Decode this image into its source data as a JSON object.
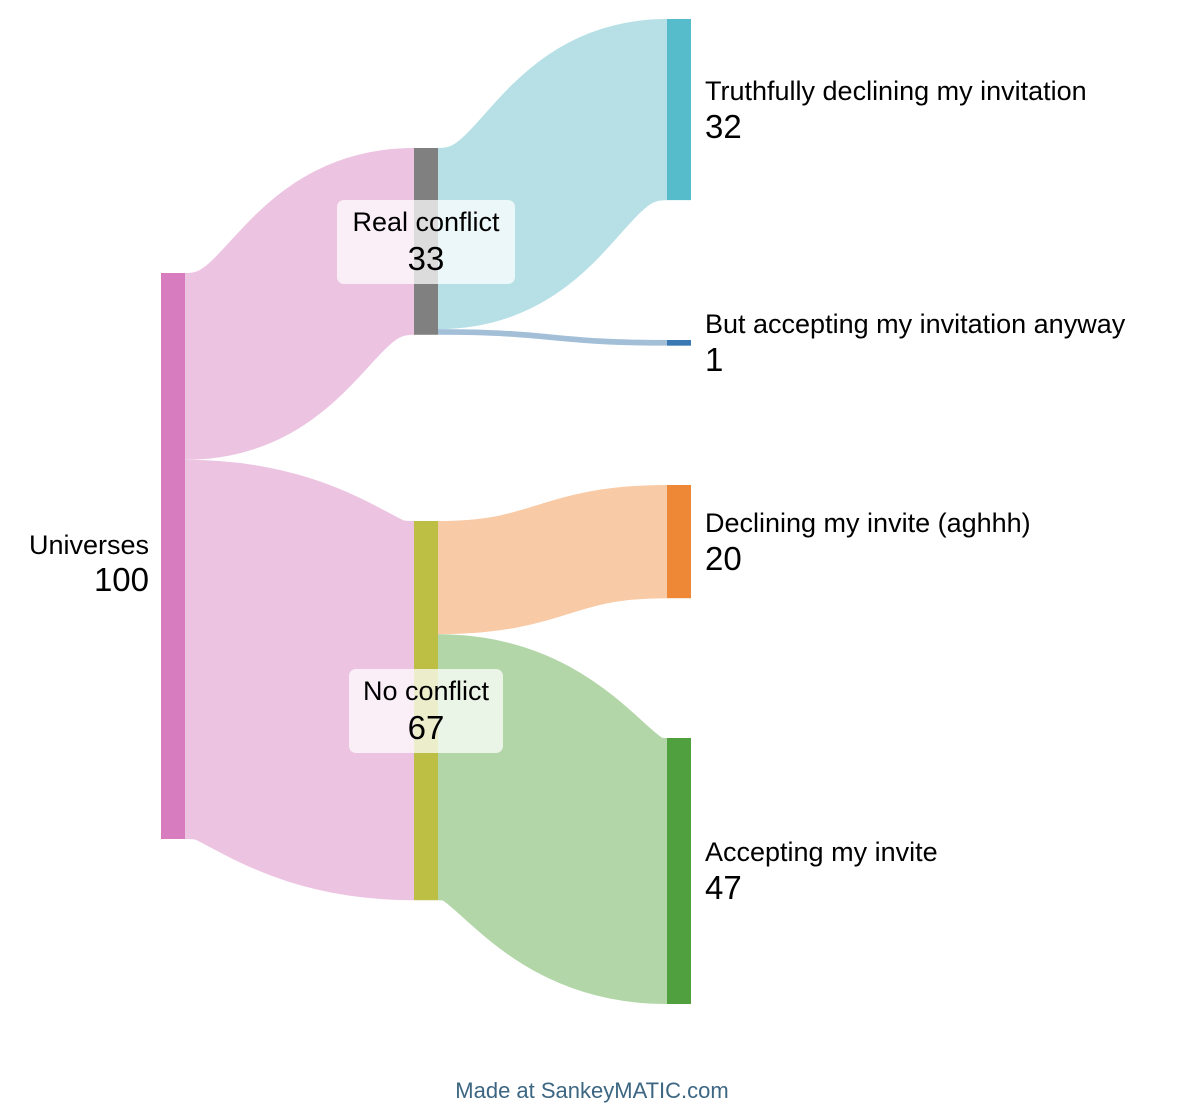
{
  "chart_data": {
    "type": "sankey",
    "nodes": [
      {
        "id": "universes",
        "label": "Universes",
        "value": 100,
        "color": "#d67cbf"
      },
      {
        "id": "real",
        "label": "Real conflict",
        "value": 33,
        "color": "#808080"
      },
      {
        "id": "noconf",
        "label": "No conflict",
        "value": 67,
        "color": "#bcbf44"
      },
      {
        "id": "truth",
        "label": "Truthfully declining my invitation",
        "value": 32,
        "color": "#56bccc"
      },
      {
        "id": "acc_any",
        "label": "But accepting my invitation anyway",
        "value": 1,
        "color": "#3a78b4"
      },
      {
        "id": "decl",
        "label": "Declining my invite (aghhh)",
        "value": 20,
        "color": "#ef8836"
      },
      {
        "id": "acc",
        "label": "Accepting my invite",
        "value": 47,
        "color": "#50a040"
      }
    ],
    "links": [
      {
        "source": "universes",
        "target": "real",
        "value": 33,
        "color": "#ecc4e2"
      },
      {
        "source": "universes",
        "target": "noconf",
        "value": 67,
        "color": "#ecc4e2"
      },
      {
        "source": "real",
        "target": "truth",
        "value": 32,
        "color": "#b6e0e6"
      },
      {
        "source": "real",
        "target": "acc_any",
        "value": 1,
        "color": "#a3bfd8"
      },
      {
        "source": "noconf",
        "target": "decl",
        "value": 20,
        "color": "#f8caa6"
      },
      {
        "source": "noconf",
        "target": "acc",
        "value": 47,
        "color": "#b3d6a8"
      }
    ]
  },
  "credit": "Made at SankeyMATIC.com"
}
